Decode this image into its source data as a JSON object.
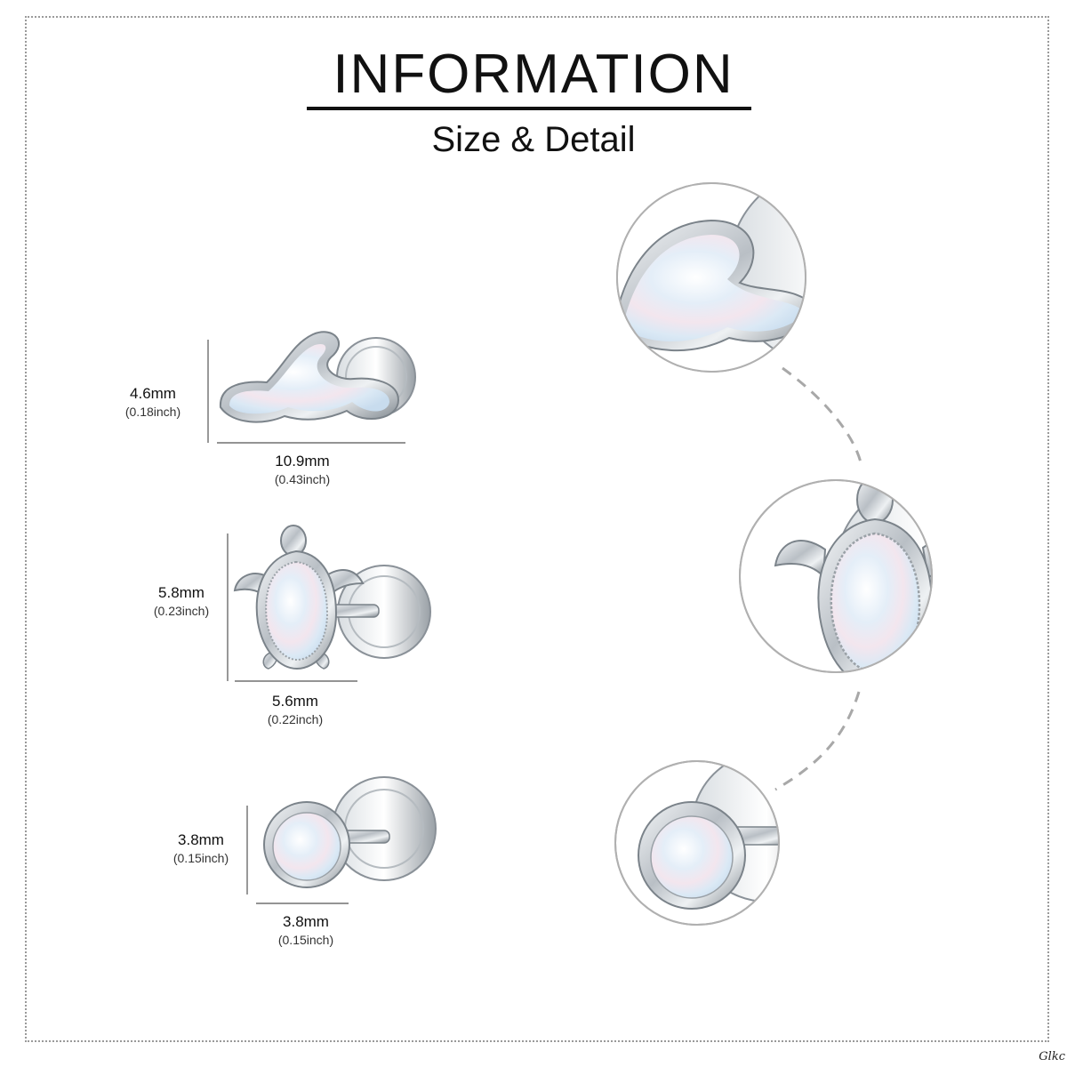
{
  "header": {
    "title": "INFORMATION",
    "subtitle": "Size & Detail"
  },
  "items": [
    {
      "name": "wave-stud",
      "height_mm": "4.6mm",
      "height_in": "(0.18inch)",
      "width_mm": "10.9mm",
      "width_in": "(0.43inch)"
    },
    {
      "name": "turtle-stud",
      "height_mm": "5.8mm",
      "height_in": "(0.23inch)",
      "width_mm": "5.6mm",
      "width_in": "(0.22inch)"
    },
    {
      "name": "round-stud",
      "height_mm": "3.8mm",
      "height_in": "(0.15inch)",
      "width_mm": "3.8mm",
      "width_in": "(0.15inch)"
    }
  ],
  "colors": {
    "silver": "#c9ced3",
    "silver_dark": "#6f767d",
    "opal": "#dbe9f5",
    "frame": "#9a9a9a",
    "connector": "#a8a8a8"
  },
  "watermark": "Glkc"
}
